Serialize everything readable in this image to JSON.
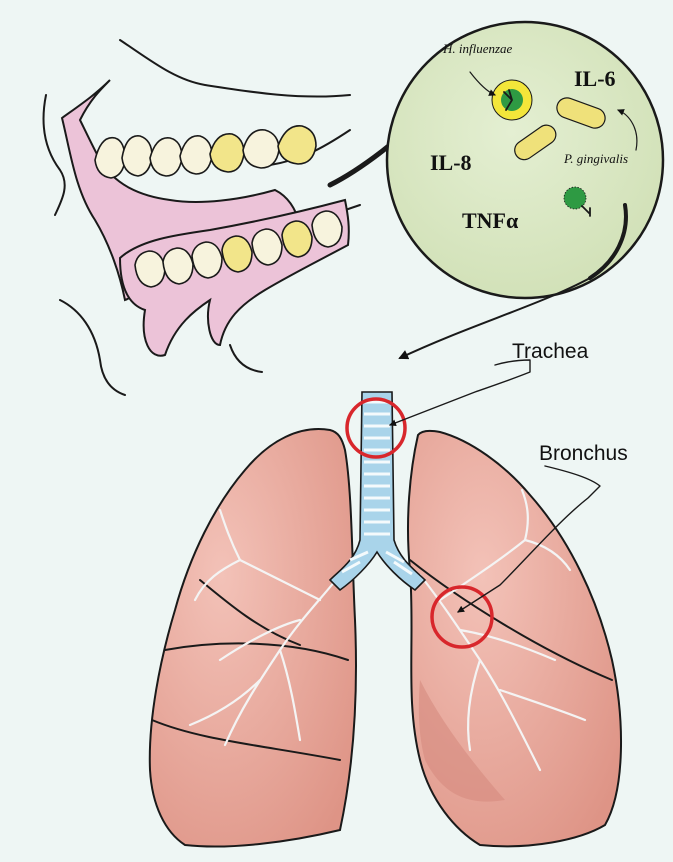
{
  "labels": {
    "h_influenzae": "H. influenzae",
    "il6": "IL-6",
    "il8": "IL-8",
    "p_gingivalis": "P. gingivalis",
    "tnf": "TNFα",
    "trachea": "Trachea",
    "bronchus": "Bronchus"
  },
  "colors": {
    "background": "#eef6f4",
    "gum": "#ecc3d8",
    "tooth": "#f7f3dd",
    "tooth_stain": "#f2e58a",
    "microbe_circle": "#dbe8c4",
    "bacterium_green": "#2e9a43",
    "highlight_yellow": "#f3e63a",
    "rod_yellow": "#efe17a",
    "lung": "#e7a79b",
    "lung_dark": "#d58a7e",
    "airway": "#a9d4ea",
    "marker_red": "#d8272c"
  }
}
